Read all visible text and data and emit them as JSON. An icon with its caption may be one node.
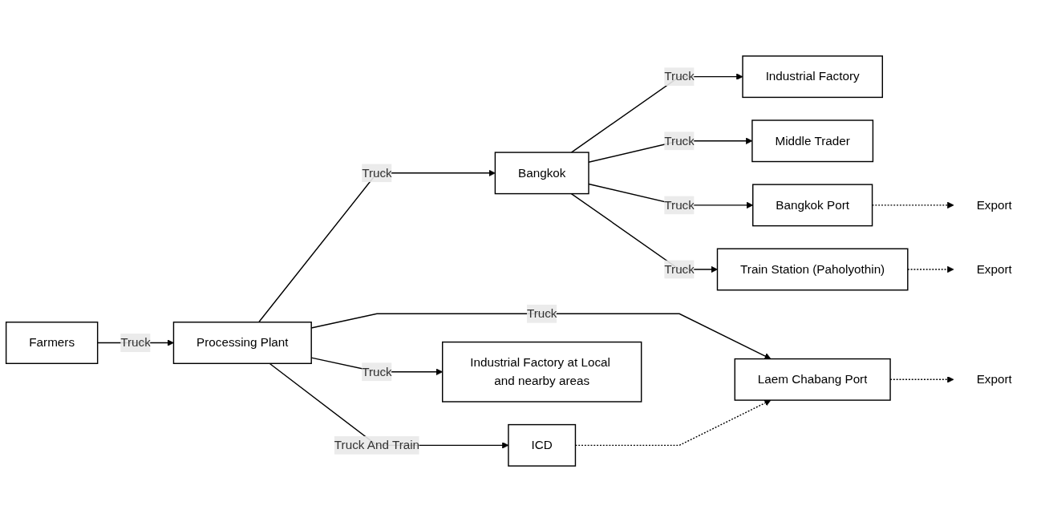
{
  "diagram": {
    "nodes": [
      {
        "text": [
          "Farmers"
        ]
      },
      {
        "text": [
          "Processing Plant"
        ]
      },
      {
        "text": [
          "Industrial Factory at Local and nearby areas"
        ]
      },
      {
        "text": [
          "Bangkok"
        ]
      },
      {
        "text": [
          "Industrial Factory"
        ]
      },
      {
        "text": [
          "Middle Trader"
        ]
      },
      {
        "text": [
          "Bangkok Port"
        ]
      },
      {
        "text": [
          "Export"
        ]
      },
      {
        "text": [
          "Train Station (Paholyothin)"
        ]
      },
      {
        "text": [
          "Export"
        ]
      },
      {
        "text": [
          "ICD"
        ]
      },
      {
        "text": [
          "Laem Chabang Port"
        ]
      },
      {
        "text": [
          "Export"
        ]
      }
    ],
    "edges": [
      {
        "from": 0,
        "to": 1,
        "arrow": "to",
        "label": "Truck"
      },
      {
        "from": 1,
        "to": 2,
        "arrow": "to",
        "label": "Truck"
      },
      {
        "from": 1,
        "to": 3,
        "arrow": "to",
        "label": "Truck"
      },
      {
        "from": 1,
        "to": 10,
        "arrow": "to",
        "label": "Truck And Train"
      },
      {
        "from": 1,
        "to": 11,
        "arrow": "to",
        "label": "Truck"
      },
      {
        "from": 3,
        "to": 4,
        "arrow": "to",
        "label": "Truck"
      },
      {
        "from": 3,
        "to": 5,
        "arrow": "to",
        "label": "Truck"
      },
      {
        "from": 3,
        "to": 6,
        "arrow": "to",
        "label": "Truck"
      },
      {
        "from": 3,
        "to": 8,
        "arrow": "to",
        "label": "Truck"
      },
      {
        "from": 6,
        "to": 7,
        "arrow": "to",
        "style": "dashed"
      },
      {
        "from": 8,
        "to": 9,
        "arrow": "to",
        "style": "dashed"
      },
      {
        "from": 10,
        "to": 11,
        "arrow": "to",
        "style": "dashed"
      },
      {
        "from": 11,
        "to": 12,
        "arrow": "to",
        "style": "dashed"
      }
    ]
  }
}
